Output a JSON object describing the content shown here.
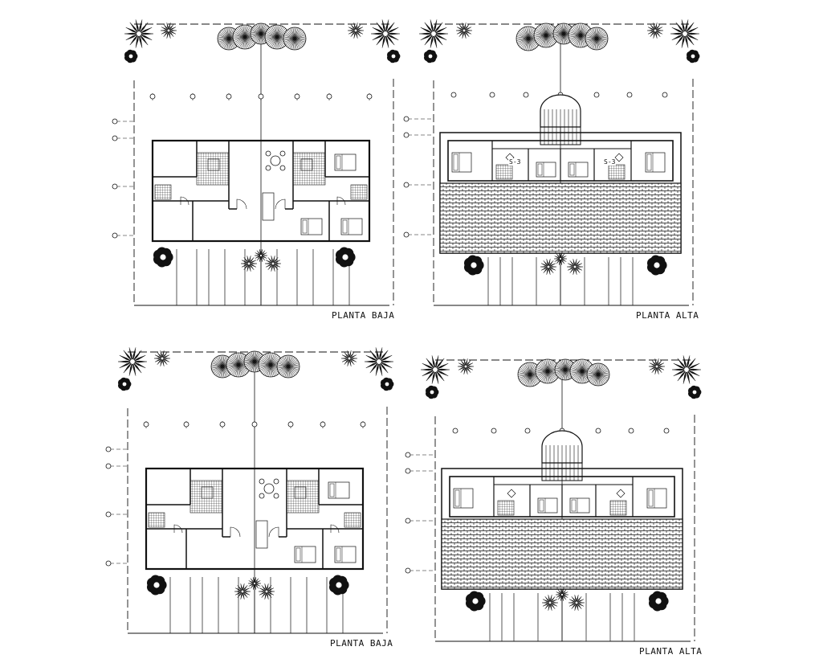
{
  "plans": [
    {
      "id": "q1",
      "title": "PLANTA BAJA",
      "kind": "ground",
      "tags": []
    },
    {
      "id": "q2",
      "title": "PLANTA ALTA",
      "kind": "upper",
      "tags": [
        "S-3",
        "S-3"
      ]
    },
    {
      "id": "q3",
      "title": "PLANTA BAJA",
      "kind": "ground",
      "tags": []
    },
    {
      "id": "q4",
      "title": "PLANTA ALTA",
      "kind": "upper",
      "tags": []
    }
  ],
  "colors": {
    "ink": "#111111",
    "paper": "#ffffff"
  }
}
